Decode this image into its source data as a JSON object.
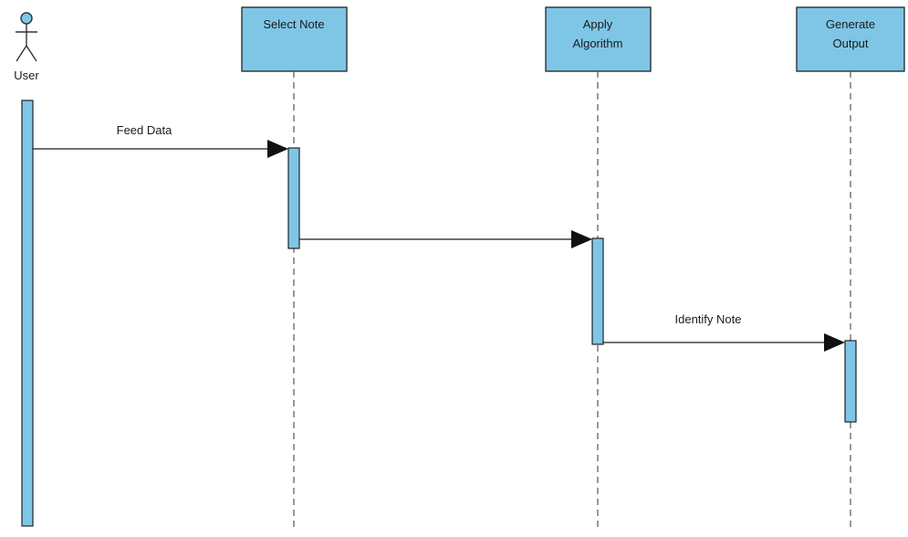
{
  "actor": {
    "label": "User"
  },
  "participants": [
    {
      "line1": "Select Note",
      "line2": ""
    },
    {
      "line1": "Apply",
      "line2": "Algorithm"
    },
    {
      "line1": "Generate",
      "line2": "Output"
    }
  ],
  "messages": [
    {
      "label": "Feed Data"
    },
    {
      "label": ""
    },
    {
      "label": "Identify Note"
    }
  ],
  "colors": {
    "fill": "#7fc6e6",
    "stroke": "#222222"
  }
}
